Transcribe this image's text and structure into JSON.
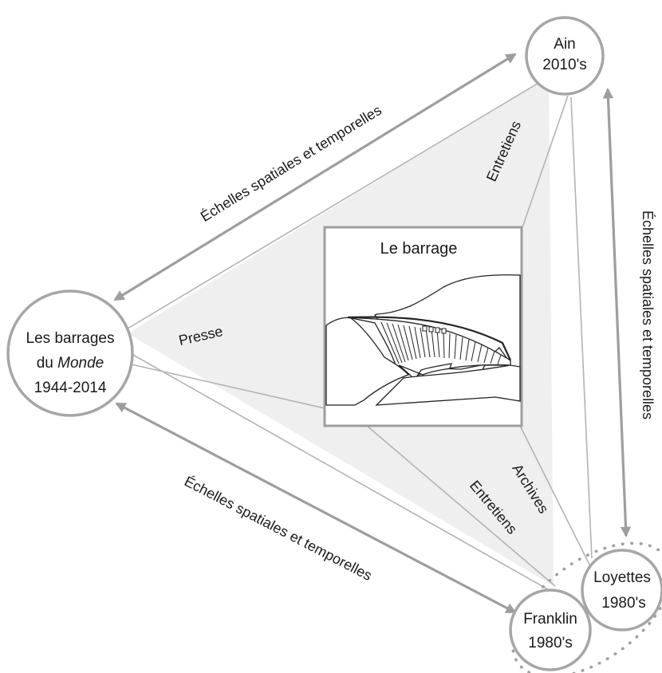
{
  "nodes": {
    "ain": {
      "line1": "Ain",
      "line2": "2010's"
    },
    "monde": {
      "line1": "Les barrages",
      "line2_prefix": "du ",
      "line2_italic": "Monde",
      "line3": "1944-2014"
    },
    "loyettes": {
      "line1": "Loyettes",
      "line2": "1980's"
    },
    "franklin": {
      "line1": "Franklin",
      "line2": "1980's"
    }
  },
  "center": {
    "title": "Le barrage"
  },
  "labels": {
    "top_scale": "Échelles spatiales et temporelles",
    "right_scale": "Échelles spatiales et temporelles",
    "bottom_scale": "Échelles spatiales et temporelles",
    "entretiens_ain": "Entretiens",
    "presse": "Presse",
    "archives": "Archives",
    "entretiens_franklin": "Entretiens"
  },
  "colors": {
    "node_stroke": "#a6a6a6",
    "arrow": "#9e9e9e",
    "triangle_fill": "#efefef",
    "connector": "#b3b3b3",
    "dotted": "#a0a0a0"
  }
}
